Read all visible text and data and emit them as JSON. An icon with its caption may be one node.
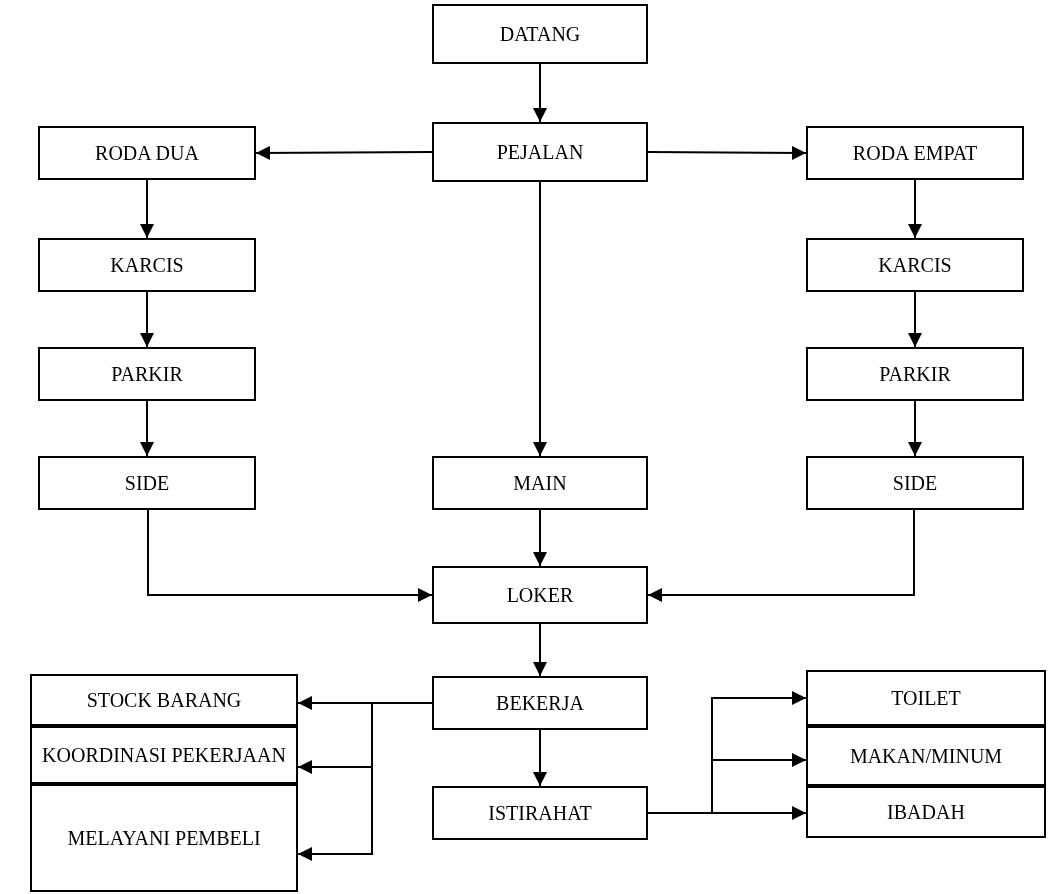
{
  "diagram": {
    "nodes": [
      {
        "text": [
          "DATANG"
        ]
      },
      {
        "text": [
          "RODA DUA"
        ]
      },
      {
        "text": [
          "PEJALAN"
        ]
      },
      {
        "text": [
          "RODA EMPAT"
        ]
      },
      {
        "text": [
          "KARCIS"
        ]
      },
      {
        "text": [
          "KARCIS"
        ]
      },
      {
        "text": [
          "PARKIR"
        ]
      },
      {
        "text": [
          "PARKIR"
        ]
      },
      {
        "text": [
          "SIDE"
        ]
      },
      {
        "text": [
          "MAIN"
        ]
      },
      {
        "text": [
          "SIDE"
        ]
      },
      {
        "text": [
          "LOKER"
        ]
      },
      {
        "text": [
          "STOCK BARANG"
        ]
      },
      {
        "text": [
          "BEKERJA"
        ]
      },
      {
        "text": [
          "TOILET"
        ]
      },
      {
        "text": [
          "KOORDINASI PEKERJAAN"
        ]
      },
      {
        "text": [
          "MAKAN/MINUM"
        ]
      },
      {
        "text": [
          "ISTIRAHAT"
        ]
      },
      {
        "text": [
          "MELAYANI PEMBELI"
        ]
      },
      {
        "text": [
          "IBADAH"
        ]
      }
    ],
    "edges": [
      {
        "from": 0,
        "to": 2,
        "arrow": "to"
      },
      {
        "from": 2,
        "to": 1,
        "arrow": "to"
      },
      {
        "from": 2,
        "to": 3,
        "arrow": "to"
      },
      {
        "from": 1,
        "to": 4,
        "arrow": "to"
      },
      {
        "from": 4,
        "to": 6,
        "arrow": "to"
      },
      {
        "from": 6,
        "to": 8,
        "arrow": "to"
      },
      {
        "from": 3,
        "to": 5,
        "arrow": "to"
      },
      {
        "from": 5,
        "to": 7,
        "arrow": "to"
      },
      {
        "from": 7,
        "to": 10,
        "arrow": "to"
      },
      {
        "from": 2,
        "to": 9,
        "arrow": "to"
      },
      {
        "from": 9,
        "to": 11,
        "arrow": "to"
      },
      {
        "from": 8,
        "to": 11,
        "arrow": "to"
      },
      {
        "from": 10,
        "to": 11,
        "arrow": "to"
      },
      {
        "from": 11,
        "to": 13,
        "arrow": "to"
      },
      {
        "from": 13,
        "to": 12,
        "arrow": "to"
      },
      {
        "from": 13,
        "to": 15,
        "arrow": "to"
      },
      {
        "from": 13,
        "to": 18,
        "arrow": "to"
      },
      {
        "from": 13,
        "to": 17,
        "arrow": "to"
      },
      {
        "from": 17,
        "to": 14,
        "arrow": "to"
      },
      {
        "from": 17,
        "to": 16,
        "arrow": "to"
      },
      {
        "from": 17,
        "to": 19,
        "arrow": "to"
      }
    ]
  }
}
